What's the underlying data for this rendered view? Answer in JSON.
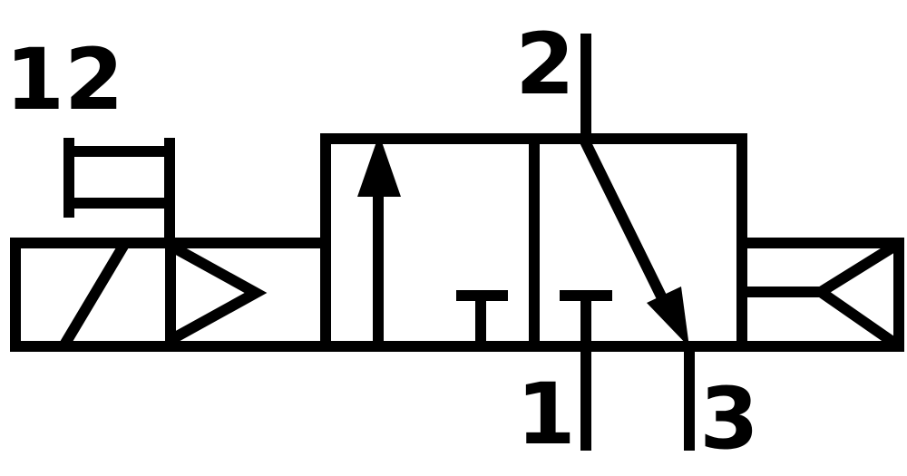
{
  "diagram": {
    "type": "pneumatic-circuit-symbol",
    "subject": "3/2-way valve, pilot actuated, pneumatic spring return",
    "colors": {
      "line": "#000000",
      "background": "#ffffff"
    },
    "labels": {
      "port_12": "12",
      "port_2": "2",
      "port_1": "1",
      "port_3": "3"
    }
  }
}
